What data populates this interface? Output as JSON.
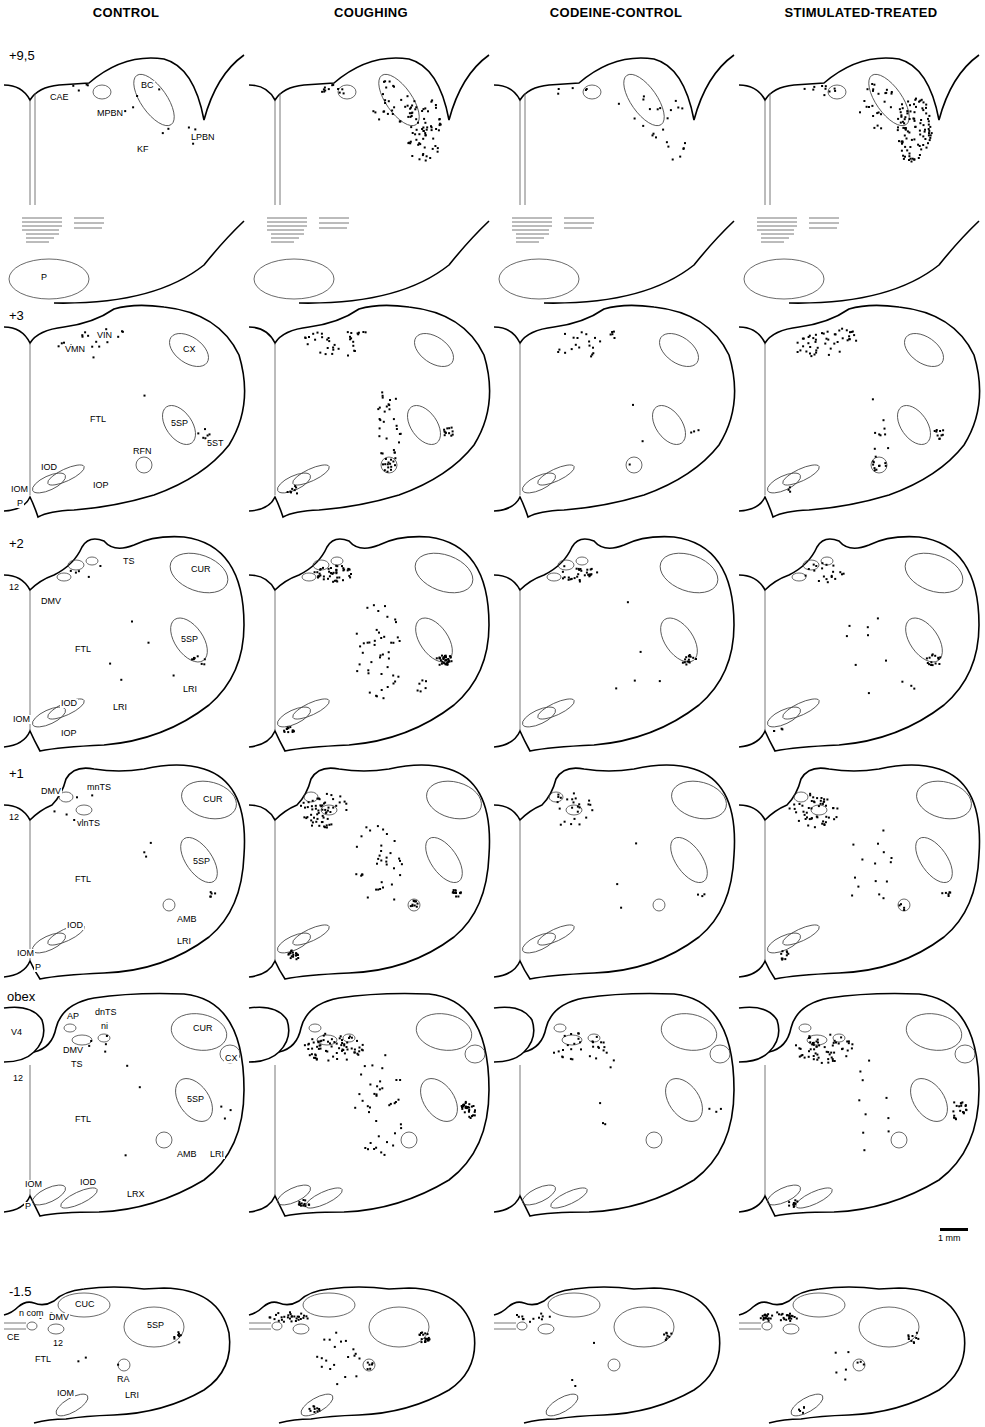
{
  "diagram": {
    "labels": [
      "CONTROL",
      "COUGHING",
      "CODEINE-CONTROL",
      "STIMULATED-TREATED",
      "+9,5",
      "CAE",
      "BC",
      "MPBN",
      "LPBN",
      "KF",
      "P",
      "+3",
      "VIN",
      "VMN",
      "CX",
      "5SP",
      "5ST",
      "FTL",
      "RFN",
      "IOD",
      "IOP",
      "IOM",
      "P",
      "+2",
      "TS",
      "CUR",
      "12",
      "DMV",
      "5SP",
      "FTL",
      "LRI",
      "LRI",
      "IOD",
      "IOM",
      "IOP",
      "+1",
      "DMV",
      "mnTS",
      "CUR",
      "12",
      "vlnTS",
      "5SP",
      "FTL",
      "AMB",
      "IOD",
      "LRI",
      "IOM",
      "P",
      "obex",
      "AP",
      "dnTS",
      "CUR",
      "CX",
      "V4",
      "DMV",
      "ni",
      "12",
      "TS",
      "5SP",
      "FTL",
      "AMB",
      "LRI",
      "IOM",
      "IOD",
      "LRX",
      "P",
      "1 mm",
      "-1.5",
      "CUC",
      "n com",
      "CE",
      "DMV",
      "5SP",
      "12",
      "FTL",
      "RA",
      "LRI",
      "IOM"
    ]
  }
}
